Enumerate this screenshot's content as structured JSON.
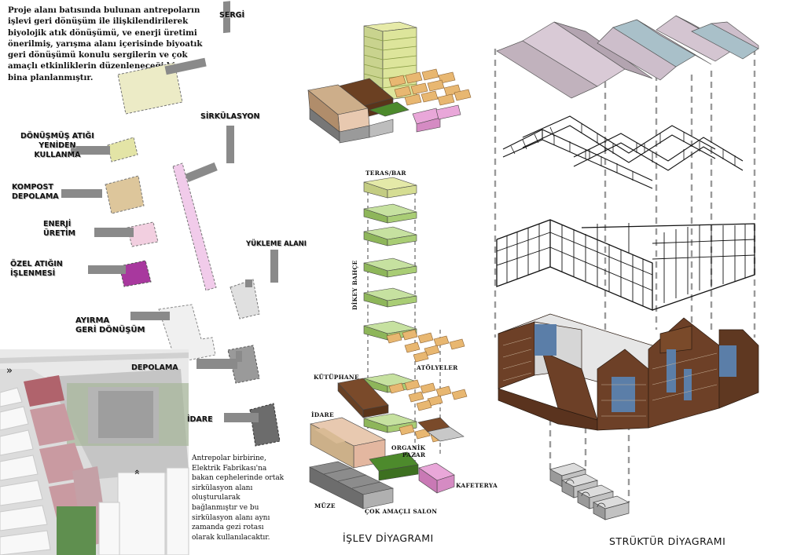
{
  "intro_text": "Proje alanı batısında bulunan antrepoların işlevi geri dönüşüm ile ilişkilendirilerek biyolojik atık dönüşümü, ve enerji üretimi önerilmiş, yarışma alanı içerisinde biyoatık geri dönüşümü konulu sergilerin ve çok amaçlı etkinliklerin düzenleneceği bir ek bina planlanmıştır.",
  "circulation_note": "Antrepolar birbirine, Elektrik Fabrikası'na bakan cephelerinde ortak sirkülasyon alanı oluşturularak bağlanmıştır ve bu sirkülasyon alanı aynı zamanda gezi rotası olarak kullanılacaktır.",
  "site_labels": {
    "sergi": "SERGİ",
    "sirkulasyon": "SİRKÜLASYON",
    "donusmus": "DÖNÜŞMÜŞ ATIĞI\nYENİDEN\nKULLANMA",
    "kompost": "KOMPOST\nDEPOLAMA",
    "enerji": "ENERJİ\nÜRETİM",
    "ozel_atik": "ÖZEL ATIĞIN\nİŞLENMESİ",
    "yukleme": "YÜKLEME ALANI",
    "ayirma": "AYIRMA\nGERİ DÖNÜŞÜM",
    "depolama": "DEPOLAMA",
    "idare": "İDARE"
  },
  "function_diagram": {
    "title": "İŞLEV DİYAGRAMI",
    "labels": {
      "teras": "TERAS/BAR",
      "dikey": "DİKEY BAHÇE",
      "atolyeler": "ATÖLYELER",
      "kutuphane": "KÜTÜPHANE",
      "idare": "İDARE",
      "organik": "ORGANİK\nPAZAR",
      "kafeterya": "KAFETERYA",
      "muze": "MÜZE",
      "salon": "ÇOK AMAÇLI SALON"
    }
  },
  "structure_diagram": {
    "title": "STRÜKTÜR DİYAGRAMI"
  },
  "site_plan_arrows": [
    "»",
    "»"
  ],
  "colors": {
    "lime": "#d9e08e",
    "green": "#9fcc6e",
    "darkgreen": "#4d8a2c",
    "orange": "#e8b771",
    "pink": "#e9a7d9",
    "purple": "#a3379f",
    "brown": "#7a4a2a",
    "tan": "#ccb089",
    "grey": "#8c8c8c",
    "brick": "#6d4027"
  }
}
